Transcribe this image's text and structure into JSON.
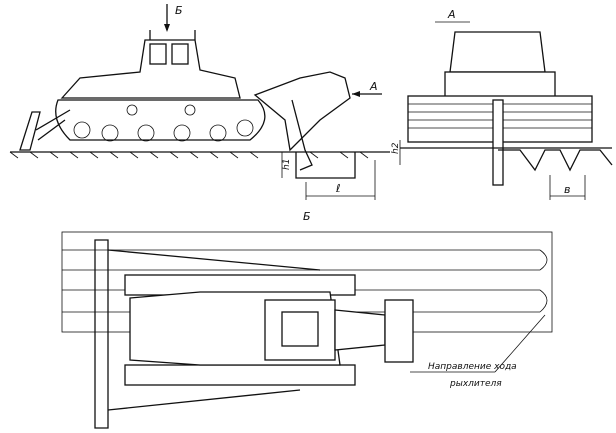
{
  "labels": {
    "view_b_top": "Б",
    "view_a_top": "А",
    "arrow_a": "A",
    "h1": "h1",
    "h2": "h2",
    "length": "ℓ",
    "width": "в",
    "view_b_bottom": "Б",
    "direction_line1": "Направление хода",
    "direction_line2": "рыхлителя"
  }
}
